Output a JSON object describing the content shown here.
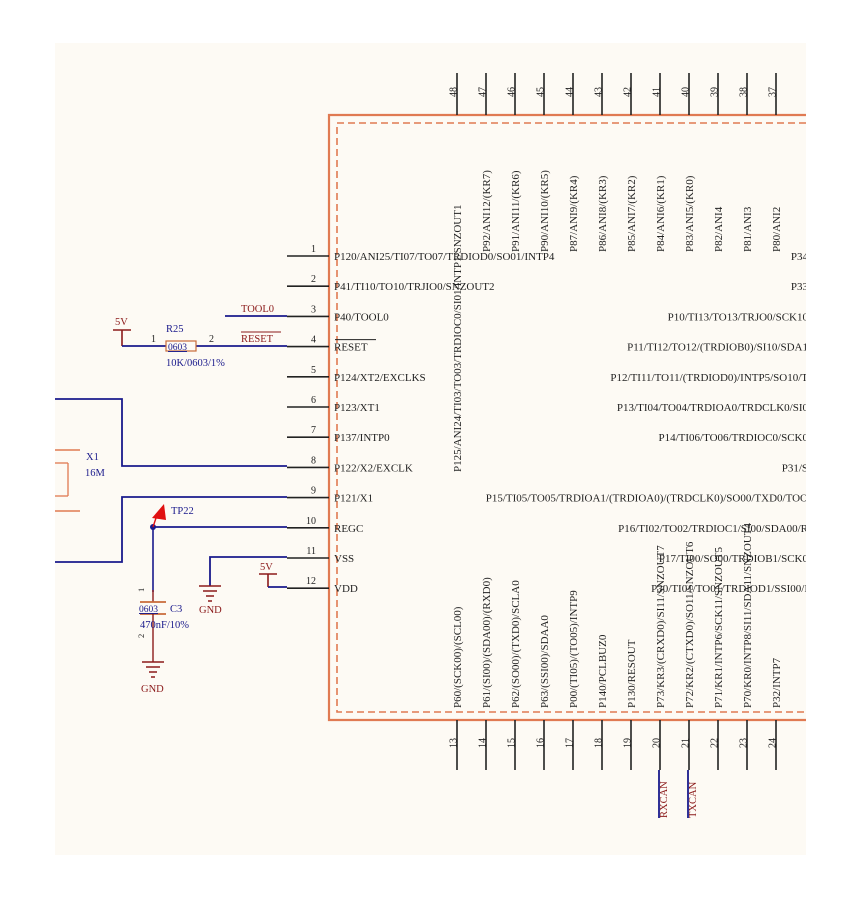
{
  "colors": {
    "background": "#ffffff",
    "paper": "#fdfaf4",
    "pin": "#222222",
    "text": "#222222",
    "wire": "#1a1a8c",
    "power": "#8b1a1a",
    "body_outline": "#e07a52",
    "testpoint": "#e01010",
    "component": "#c86a3a"
  },
  "chip": {
    "left_pins": [
      {
        "num": "1",
        "name": "P120/ANI25/TI07/TO07/TRDIOD0/SO01/INTP4"
      },
      {
        "num": "2",
        "name": "P41/TI10/TO10/TRJIO0/SNZOUT2"
      },
      {
        "num": "3",
        "name": "P40/TOOL0"
      },
      {
        "num": "4",
        "name": "RESET"
      },
      {
        "num": "5",
        "name": "P124/XT2/EXCLKS"
      },
      {
        "num": "6",
        "name": "P123/XT1"
      },
      {
        "num": "7",
        "name": "P137/INTP0"
      },
      {
        "num": "8",
        "name": "P122/X2/EXCLK"
      },
      {
        "num": "9",
        "name": "P121/X1"
      },
      {
        "num": "10",
        "name": "REGC"
      },
      {
        "num": "11",
        "name": "VSS"
      },
      {
        "num": "12",
        "name": "VDD"
      }
    ],
    "top_pins": [
      {
        "num": "48",
        "name": "P125/ANI24/TI03/TO03/TRDIOC0/SI01/INTP1/SNZOUT1"
      },
      {
        "num": "47",
        "name": "P92/ANI12/(KR7)"
      },
      {
        "num": "46",
        "name": "P91/ANI11/(KR6)"
      },
      {
        "num": "45",
        "name": "P90/ANI10/(KR5)"
      },
      {
        "num": "44",
        "name": "P87/ANI9/(KR4)"
      },
      {
        "num": "43",
        "name": "P86/ANI8/(KR3)"
      },
      {
        "num": "42",
        "name": "P85/ANI7/(KR2)"
      },
      {
        "num": "41",
        "name": "P84/ANI6/(KR1)"
      },
      {
        "num": "40",
        "name": "P83/ANI5/(KR0)"
      },
      {
        "num": "39",
        "name": "P82/ANI4"
      },
      {
        "num": "38",
        "name": "P81/ANI3"
      },
      {
        "num": "37",
        "name": "P80/ANI2"
      }
    ],
    "bottom_pins": [
      {
        "num": "13",
        "name": "P60/(SCK00)/(SCL00)"
      },
      {
        "num": "14",
        "name": "P61/(SI00)/(SDA00)/(RXD0)"
      },
      {
        "num": "15",
        "name": "P62/(SO00)/(TXD0)/SCLA0"
      },
      {
        "num": "16",
        "name": "P63/(SSI00)/SDAA0"
      },
      {
        "num": "17",
        "name": "P00/(TI05)/(TO05)/INTP9"
      },
      {
        "num": "18",
        "name": "P140/PCLBUZ0"
      },
      {
        "num": "19",
        "name": "P130/RESOUT"
      },
      {
        "num": "20",
        "name": "P73/KR3/(CRXD0)/SI11/SNZOUT7"
      },
      {
        "num": "21",
        "name": "P72/KR2/(CTXD0)/SO11/SNZOUT6"
      },
      {
        "num": "22",
        "name": "P71/KR1/INTP6/SCK11/SNZOUT5"
      },
      {
        "num": "23",
        "name": "P70/KR0/INTP8/SI11/SDA11/SNZOUT4"
      },
      {
        "num": "24",
        "name": "P32/INTP7"
      }
    ],
    "right_labels": [
      "P34",
      "P33",
      "P10/TI13/TO13/TRJO0/SCK10",
      "P11/TI12/TO12/(TRDIOB0)/SI10/SDA1",
      "P12/TI11/TO11/(TRDIOD0)/INTP5/SO10/T",
      "P13/TI04/TO04/TRDIOA0/TRDCLK0/SI0",
      "P14/TI06/TO06/TRDIOC0/SCK0",
      "P31/S",
      "P15/TI05/TO05/TRDIOA1/(TRDIOA0)/(TRDCLK0)/SO00/TXD0/TOO",
      "P16/TI02/TO02/TRDIOC1/SI00/SDA00/R",
      "P17/TI00/SO00/TRDIOB1/SCK0",
      "P30/TI01/TO01/TRDIOD1/SSI00/I"
    ]
  },
  "nets": {
    "tool0": "TOOL0",
    "reset": "RESET",
    "rxcan": "RXCAN",
    "txcan": "TXCAN",
    "power_5v_r25": "5V",
    "power_5v_vdd": "5V",
    "gnd_vss": "GND",
    "gnd_c3": "GND"
  },
  "components": {
    "r25": {
      "ref": "R25",
      "package": "0603",
      "value": "10K/0603/1%",
      "pin1": "1",
      "pin2": "2"
    },
    "c3": {
      "ref": "C3",
      "package": "0603",
      "value": "470nF/10%",
      "pin1": "1",
      "pin2": "2"
    },
    "x1": {
      "ref": "X1",
      "value": "16M"
    },
    "tp22": {
      "ref": "TP22"
    }
  }
}
